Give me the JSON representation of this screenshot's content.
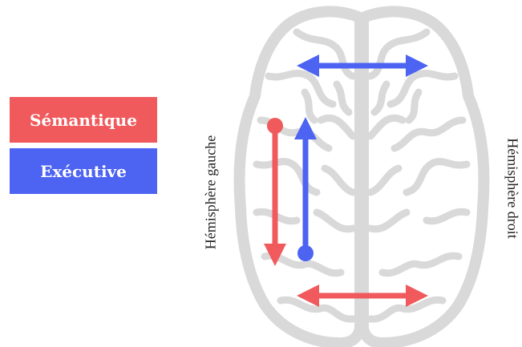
{
  "legend": {
    "items": [
      {
        "label": "Sémantique",
        "color": "#f05a5c"
      },
      {
        "label": "Exécutive",
        "color": "#4d63f2"
      }
    ]
  },
  "labels": {
    "left_hemisphere": "Hémisphère gauche",
    "right_hemisphere": "Hémisphère droit"
  },
  "colors": {
    "semantic": "#f05a5c",
    "executive": "#4d63f2",
    "brain": "#d9d9d9"
  },
  "icons": {
    "brain": "brain-icon"
  }
}
